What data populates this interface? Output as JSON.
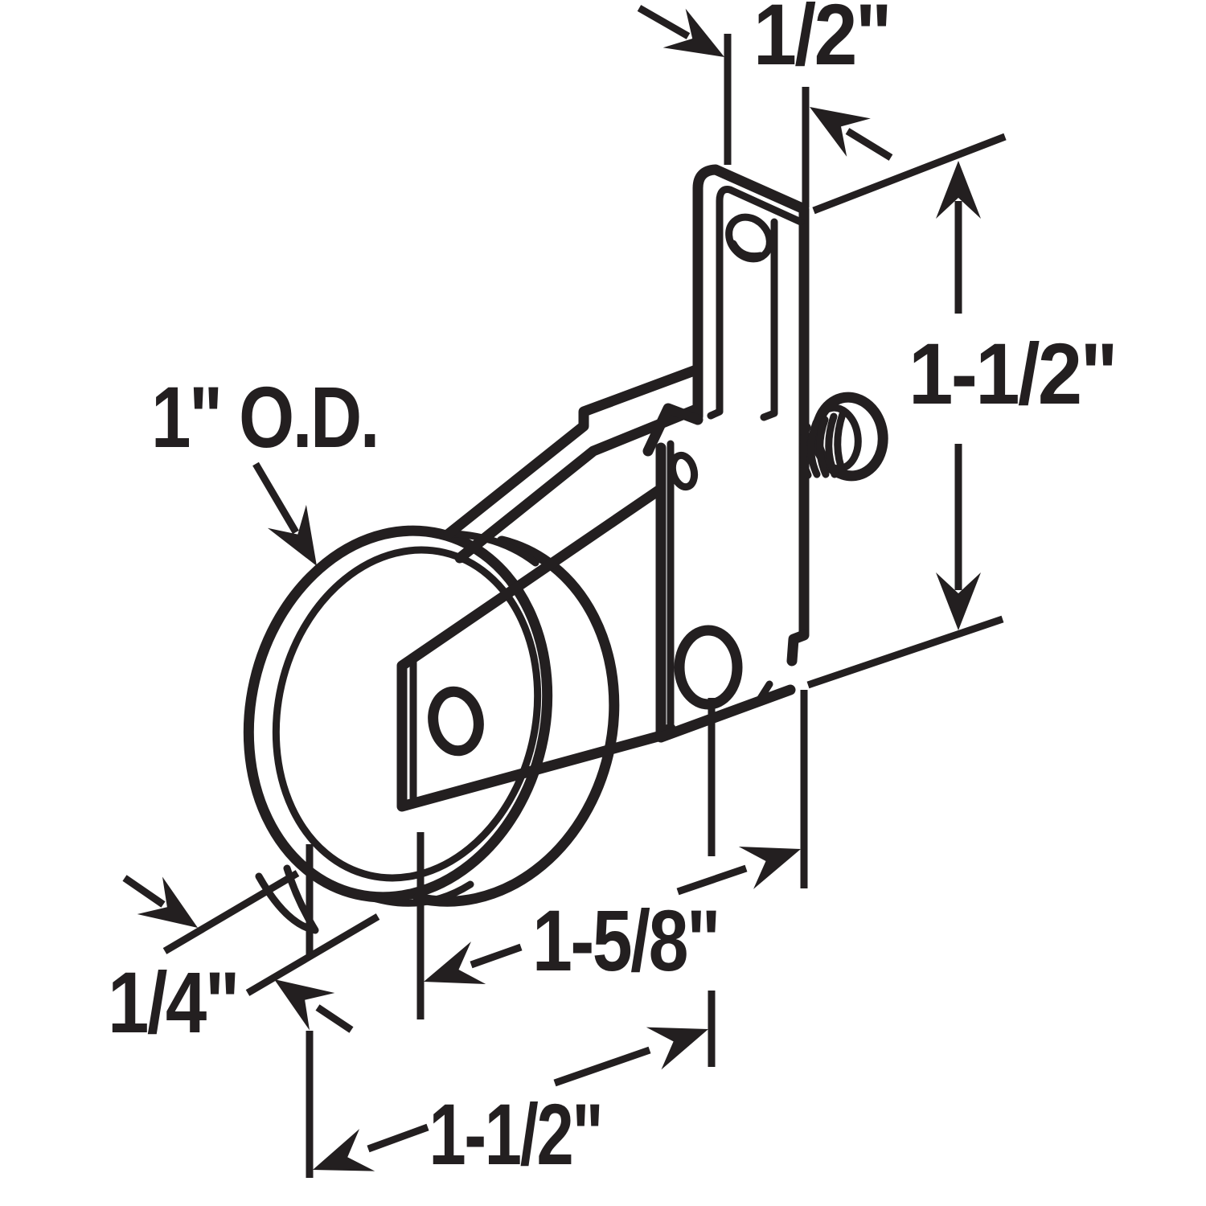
{
  "figure": {
    "subject": "screen-door roller assembly technical line drawing",
    "line_color": "#231f20",
    "background_color": "#ffffff",
    "labels": {
      "wheel_outer_diameter": "1\" O.D.",
      "tab_offset": "1/2\"",
      "bracket_height": "1-1/2\"",
      "wheel_width": "1/4\"",
      "edge_to_hole": "1-5/8\"",
      "hole_to_wheel": "1-1/2\""
    }
  }
}
